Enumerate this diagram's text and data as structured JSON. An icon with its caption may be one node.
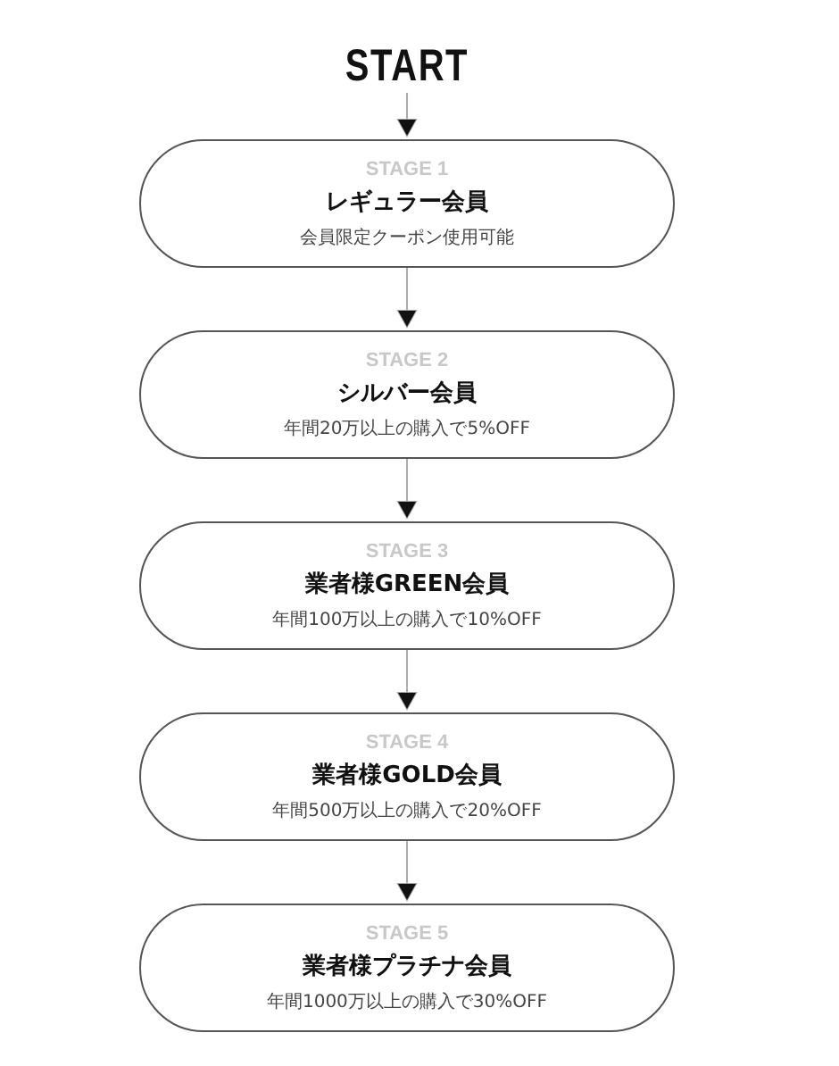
{
  "diagram": {
    "nodes": [
      {
        "text": [
          "START"
        ]
      },
      {
        "text": [
          "STAGE 1",
          "レギュラー会員",
          "会員限定クーポン使用可能"
        ]
      },
      {
        "text": [
          "STAGE 2",
          "シルバー会員",
          "年間20万以上の購入で5%OFF"
        ]
      },
      {
        "text": [
          "STAGE 3",
          "業者様GREEN会員",
          "年間100万以上の購入で10%OFF"
        ]
      },
      {
        "text": [
          "STAGE 4",
          "業者様GOLD会員",
          "年間500万以上の購入で20%OFF"
        ]
      },
      {
        "text": [
          "STAGE 5",
          "業者様プラチナ会員",
          "年間1000万以上の購入で30%OFF"
        ]
      }
    ],
    "edges": [
      {
        "from": 0,
        "to": 1,
        "arrow": "to"
      },
      {
        "from": 1,
        "to": 2,
        "arrow": "to"
      },
      {
        "from": 2,
        "to": 3,
        "arrow": "to"
      },
      {
        "from": 3,
        "to": 4,
        "arrow": "to"
      },
      {
        "from": 4,
        "to": 5,
        "arrow": "to"
      }
    ]
  }
}
